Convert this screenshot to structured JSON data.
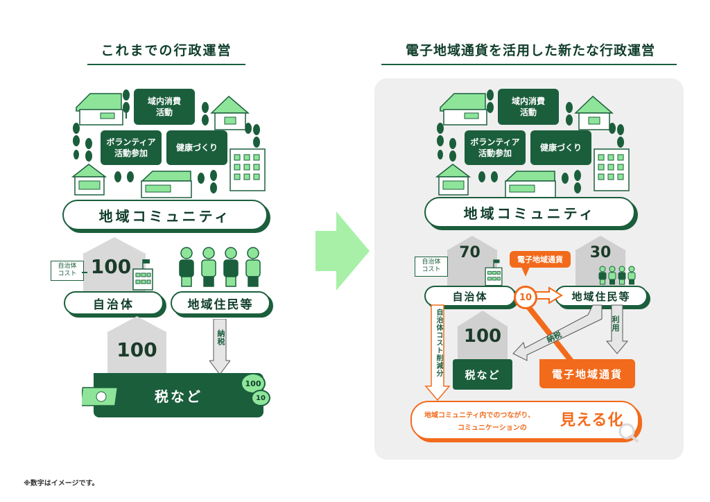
{
  "left": {
    "title": "これまでの行政運営",
    "activities": [
      "域内消費\n活動",
      "ボランティア\n活動参加",
      "健康づくり"
    ],
    "community": "地域コミュニティ",
    "cost_tag": "自治体\nコスト",
    "gov_value": "100",
    "gov_label": "自治体",
    "residents_label": "地域住民等",
    "tax_arrow_label": "納税",
    "tax_value": "100",
    "tax_label": "税など",
    "coin_big": "100",
    "coin_small": "10"
  },
  "right": {
    "title": "電子地域通貨を活用した新たな行政運営",
    "activities": [
      "域内消費\n活動",
      "ボランティア\n活動参加",
      "健康づくり"
    ],
    "community": "地域コミュニティ",
    "cost_tag": "自治体\nコスト",
    "gov_value": "70",
    "gov_label": "自治体",
    "currency_bubble": "電子地域通貨",
    "currency_flow_value": "10",
    "residents_value": "30",
    "residents_label": "地域住民等",
    "cost_reduction_label": "自治体コスト削減分",
    "tax_arrow_label": "納税",
    "use_label": "利用",
    "tax_value": "100",
    "tax_label": "税など",
    "currency_box": "電子地域通貨",
    "visual_line1": "地域コミュニティ内でのつながり、",
    "visual_line2": "コミュニケーションの",
    "visual_emph": "見える化"
  },
  "footnote": "※数字はイメージです。",
  "colors": {
    "dark_green": "#1b5e3c",
    "light_green": "#8ee59a",
    "orange": "#f26a1b",
    "panel_gray": "#efefef",
    "arrow_green": "#a8f0a8"
  }
}
